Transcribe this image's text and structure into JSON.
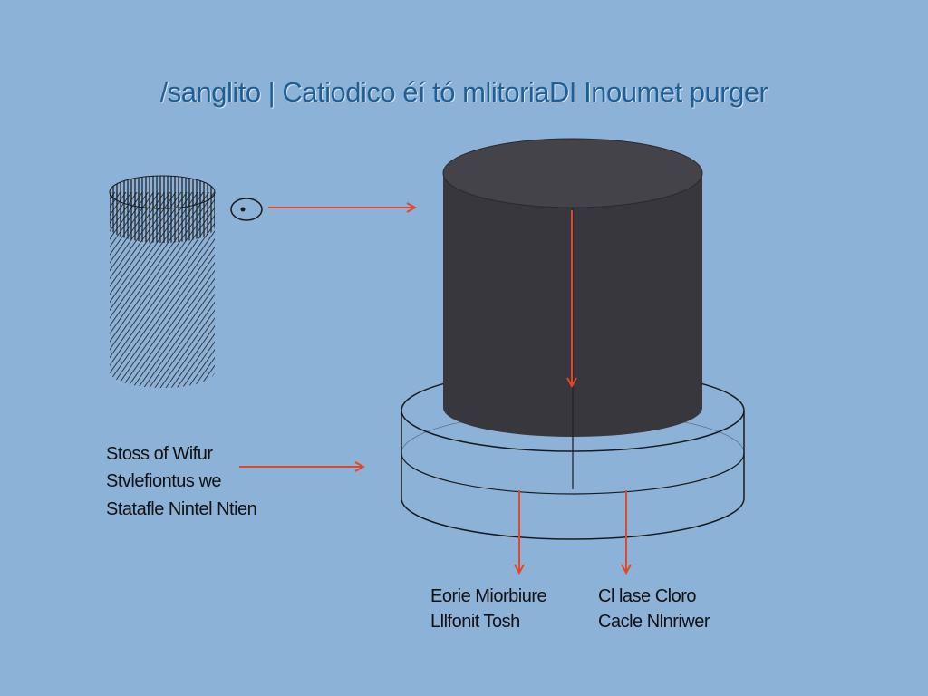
{
  "title": "/sanglito | Catiodico éí tó mlitoriaDI Inoumet purger",
  "left_labels": [
    "Stoss of Wifur",
    "Stvlefiontus we",
    "Statafle Nintel Ntien"
  ],
  "bottom_left_labels": [
    "Eorie Miorbiure",
    "Lllfonit Tosh"
  ],
  "bottom_right_labels": [
    "Cl lase Cloro",
    "Cacle Nlnriwer"
  ],
  "colors": {
    "background": "#8db2d8",
    "cylinder": "#38373d",
    "cylinder_top": "#444349",
    "arrow": "#e0482a",
    "title": "#1f5f93",
    "outline": "#1a1a1a"
  }
}
